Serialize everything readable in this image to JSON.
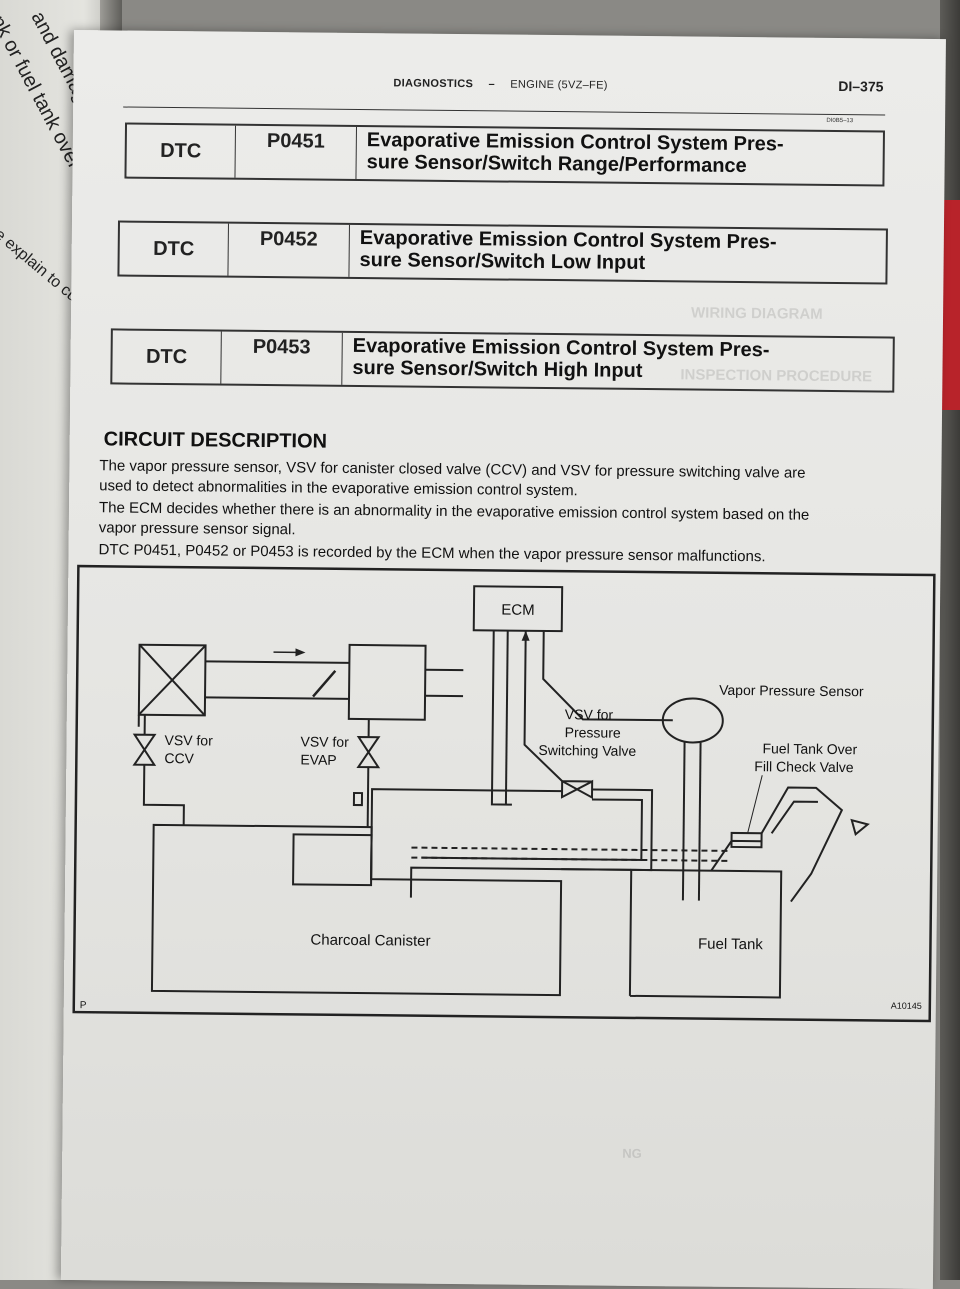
{
  "left_page": {
    "fragments": [
      "and damage",
      "nk or fuel tank over",
      "e explain to custom"
    ]
  },
  "header": {
    "section": "DIAGNOSTICS",
    "separator": "–",
    "engine": "ENGINE (5VZ–FE)",
    "page_number": "DI–375",
    "ref_code": "DI0B5–13"
  },
  "dtcs": [
    {
      "label": "DTC",
      "code": "P0451",
      "title_line1": "Evaporative Emission Control System Pres-",
      "title_line2": "sure Sensor/Switch Range/Performance"
    },
    {
      "label": "DTC",
      "code": "P0452",
      "title_line1": "Evaporative Emission Control System Pres-",
      "title_line2": "sure Sensor/Switch Low Input"
    },
    {
      "label": "DTC",
      "code": "P0453",
      "title_line1": "Evaporative Emission Control System Pres-",
      "title_line2": "sure Sensor/Switch High Input"
    }
  ],
  "circuit": {
    "title": "CIRCUIT DESCRIPTION",
    "p1_line1": "The vapor pressure sensor, VSV for canister closed valve (CCV) and VSV for pressure switching valve are",
    "p1_line2": "used to detect abnormalities in the evaporative emission control system.",
    "p2_line1": "The ECM decides whether there is an abnormality in the evaporative emission control system based on the",
    "p2_line2": "vapor pressure sensor signal.",
    "p3": "DTC P0451, P0452 or P0453 is recorded by the ECM when the vapor pressure sensor malfunctions."
  },
  "diagram": {
    "ecm": "ECM",
    "vapor_sensor": "Vapor Pressure Sensor",
    "vsv_psv_1": "VSV for",
    "vsv_psv_2": "Pressure",
    "vsv_psv_3": "Switching Valve",
    "fill_valve_1": "Fuel Tank Over",
    "fill_valve_2": "Fill Check Valve",
    "vsv_ccv_1": "VSV for",
    "vsv_ccv_2": "CCV",
    "vsv_evap_1": "VSV for",
    "vsv_evap_2": "EVAP",
    "canister": "Charcoal Canister",
    "fuel_tank": "Fuel Tank",
    "corner_p": "P",
    "figure_id": "A10145"
  }
}
